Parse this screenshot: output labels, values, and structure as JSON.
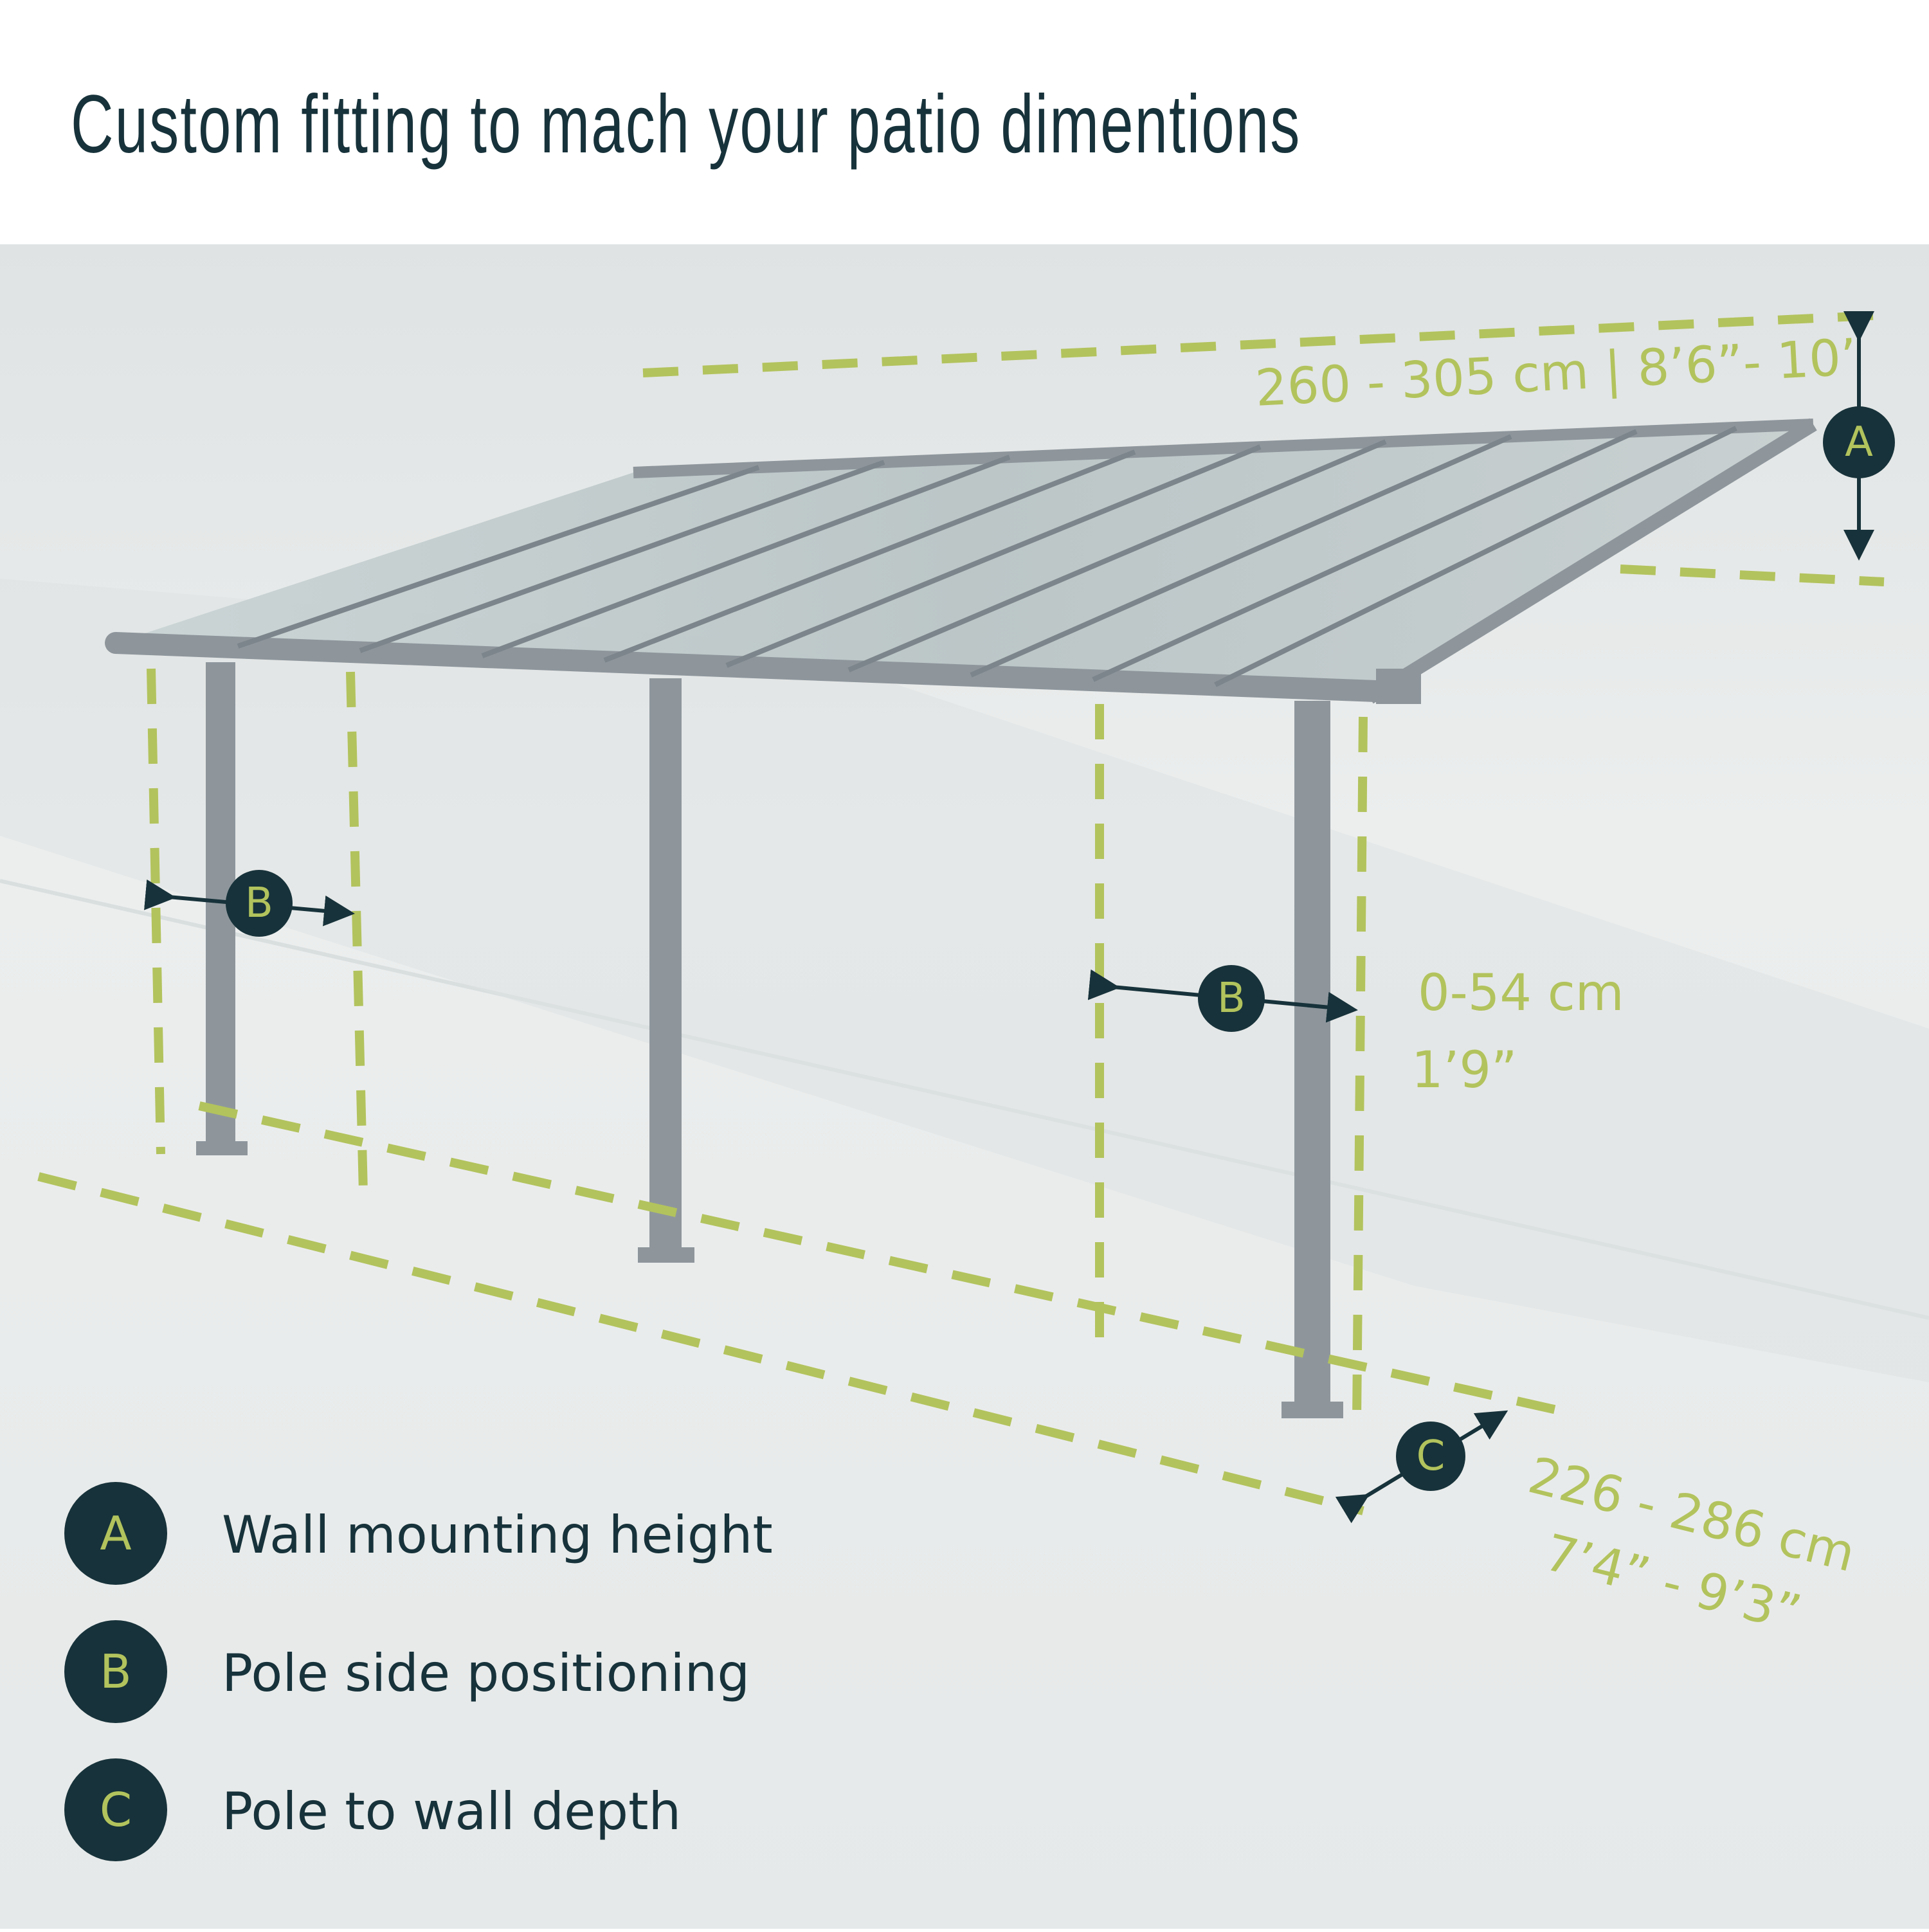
{
  "title": "Custom fitting to mach your patio dimentions",
  "colors": {
    "accent": "#b2c35d",
    "dark": "#17323a",
    "frame": "#8e969c",
    "background": "#e8ebeb"
  },
  "dimensions": {
    "a_label": "260 - 305 cm | 8’6”- 10’",
    "b_line1": "0-54 cm",
    "b_line2": "1’9”",
    "c_line1": "226 - 286 cm",
    "c_line2": "7’4” - 9’3”"
  },
  "markers": {
    "a": "A",
    "b": "B",
    "c": "C"
  },
  "legend": [
    {
      "letter": "A",
      "text": "Wall mounting height"
    },
    {
      "letter": "B",
      "text": "Pole side positioning"
    },
    {
      "letter": "C",
      "text": "Pole to wall depth"
    }
  ]
}
